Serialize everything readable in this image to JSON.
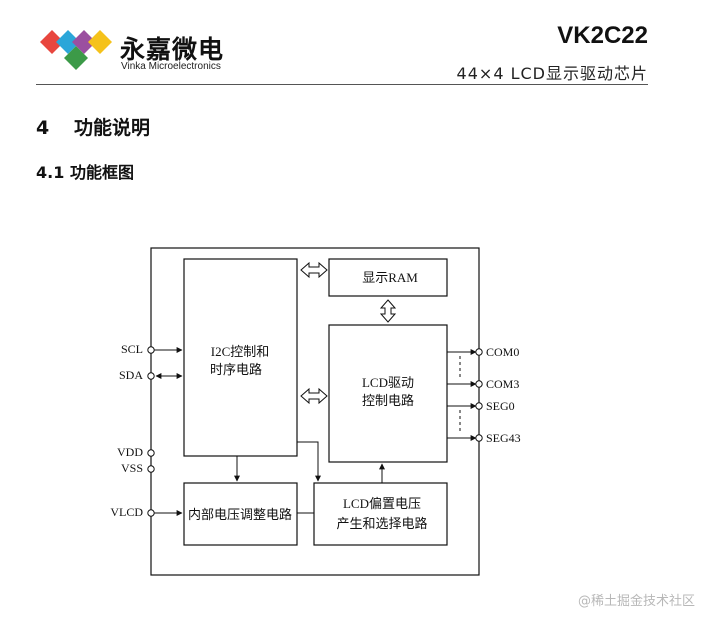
{
  "header": {
    "brand_cn": "永嘉微电",
    "brand_en": "Vinka Microelectronics",
    "model": "VK2C22",
    "subtitle": "44×4 LCD显示驱动芯片",
    "logo_colors": [
      "#e8463e",
      "#2aa6d9",
      "#9b4fa0",
      "#f5c21b",
      "#3c9a48"
    ]
  },
  "section": {
    "number": "4",
    "title": "功能说明"
  },
  "subsection": {
    "number": "4.1",
    "title": "功能框图"
  },
  "diagram": {
    "blocks": {
      "i2c_line1": "I2C控制和",
      "i2c_line2": "时序电路",
      "display_ram": "显示RAM",
      "lcd_driver_line1": "LCD驱动",
      "lcd_driver_line2": "控制电路",
      "voltage_adjust": "内部电压调整电路",
      "bias_line1": "LCD偏置电压",
      "bias_line2": "产生和选择电路"
    },
    "pins_left": {
      "scl": "SCL",
      "sda": "SDA",
      "vdd": "VDD",
      "vss": "VSS",
      "vlcd": "VLCD"
    },
    "pins_right": {
      "com0": "COM0",
      "com3": "COM3",
      "seg0": "SEG0",
      "seg43": "SEG43"
    }
  },
  "watermark": "@稀土掘金技术社区"
}
